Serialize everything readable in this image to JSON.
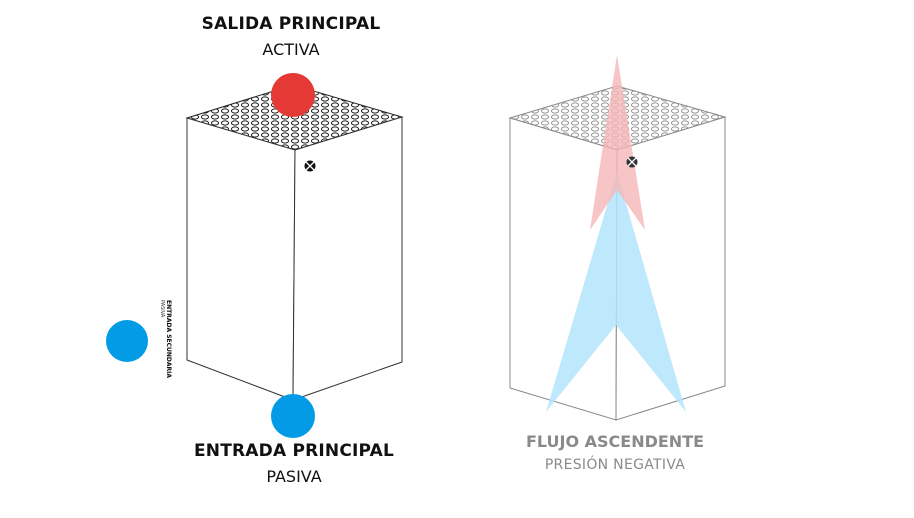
{
  "left": {
    "top_title": "SALIDA PRINCIPAL",
    "top_sub": "ACTIVA",
    "bottom_title": "ENTRADA PRINCIPAL",
    "bottom_sub": "PASIVA",
    "side_title": "ENTRADA SECUNDARIA",
    "side_sub": "PASIVA"
  },
  "right": {
    "title": "FLUJO ASCENDENTE",
    "sub": "PRESIÓN NEGATIVA"
  },
  "colors": {
    "outlet": "#e53935",
    "inlet": "#039be5",
    "flow_up": "#b3e5fc",
    "flow_hot": "#f5b7b7",
    "label_grey": "#8a8a8a"
  }
}
